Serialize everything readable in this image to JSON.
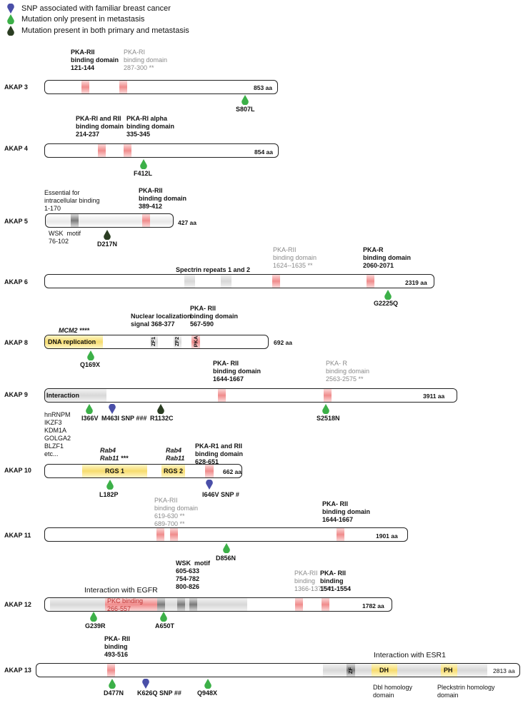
{
  "legend": [
    {
      "text": "SNP associated with familiar breast cancer",
      "color": "#4a4fa8"
    },
    {
      "text": "Mutation only present in metastasis",
      "color": "#3cb048"
    },
    {
      "text": "Mutation present in both primary and metastasis",
      "color": "#2b3d22"
    }
  ],
  "colors": {
    "snp": "#4a4fa8",
    "metastasis": "#3cb048",
    "both": "#2b3d22"
  },
  "proteins": [
    {
      "name": "AKAP 3",
      "length": "853 aa",
      "annotations": [
        "PKA-RII\nbinding domain\n121-144",
        "PKA-RI\nbinding domain\n287-300 **"
      ],
      "mutations": [
        "S807L"
      ]
    },
    {
      "name": "AKAP 4",
      "length": "854 aa",
      "annotations": [
        "PKA-RI and RII\nbinding domain\n214-237",
        "PKA-RI alpha\nbinding domain\n335-345"
      ],
      "mutations": [
        "F412L"
      ]
    },
    {
      "name": "AKAP 5",
      "length": "427 aa",
      "annotations": [
        "Essential for\nintracellular binding\n1-170",
        "PKA-RII\nbinding domain\n389-412",
        "WSK  motif\n76-102"
      ],
      "mutations": [
        "D217N"
      ]
    },
    {
      "name": "AKAP 6",
      "length": "2319 aa",
      "annotations": [
        "Spectrin repeats 1 and 2",
        "PKA-RII\nbinding domain\n1624--1635 **",
        "PKA-R\nbinding domain\n2060-2071"
      ],
      "mutations": [
        "G2225Q"
      ]
    },
    {
      "name": "AKAP 8",
      "length": "692 aa",
      "annotations": [
        "MCM2 ****",
        "Nuclear localization\nsignal 368-377",
        "PKA- RII\nbinding domain\n567-590"
      ],
      "segments": [
        "DNA replication",
        "ZF1",
        "ZF2",
        "PKA"
      ],
      "mutations": [
        "Q169X"
      ]
    },
    {
      "name": "AKAP 9",
      "length": "3911 aa",
      "annotations": [
        "PKA- RII\nbinding domain\n1644-1667",
        "PKA- R\nbinding domain\n2563-2575 **",
        "hnRNPM\nIKZF3\nKDM1A\nGOLGA2\nBLZF1\netc..."
      ],
      "segments": [
        "Interaction"
      ],
      "mutations": [
        "I366V",
        "M463I SNP ###",
        "R1132C",
        "S2518N"
      ]
    },
    {
      "name": "AKAP 10",
      "length": "662 aa",
      "annotations": [
        "Rab4\nRab11 ***",
        "Rab4\nRab11",
        "PKA-R1 and RII\nbinding domain\n628-651"
      ],
      "segments": [
        "RGS 1",
        "RGS 2"
      ],
      "mutations": [
        "L182P",
        "I646V SNP #"
      ]
    },
    {
      "name": "AKAP 11",
      "length": "1901 aa",
      "annotations": [
        "PKA-RII\nbinding domain\n619-630 **\n689-700 **",
        "PKA- RII\nbinding domain\n1644-1667"
      ],
      "mutations": [
        "D856N"
      ]
    },
    {
      "name": "AKAP 12",
      "length": "1782 aa",
      "annotations": [
        "Interaction with EGFR",
        "PKC binding\n266-557",
        "WSK  motif\n605-633\n754-782\n800-826",
        "PKA-RII\nbinding\n1366-1377 **",
        "PKA- RII\nbinding\n1541-1554"
      ],
      "mutations": [
        "G239R",
        "A650T"
      ]
    },
    {
      "name": "AKAP 13",
      "length": "2813 aa",
      "annotations": [
        "PKA- RII\nbinding\n493-516",
        "Interaction with ESR1",
        "Dbl homology\ndomain",
        "Pleckstrin homology\ndomain"
      ],
      "segments": [
        "ZF",
        "DH",
        "PH"
      ],
      "mutations": [
        "D477N",
        "K626Q  SNP ##",
        "Q948X"
      ]
    }
  ]
}
